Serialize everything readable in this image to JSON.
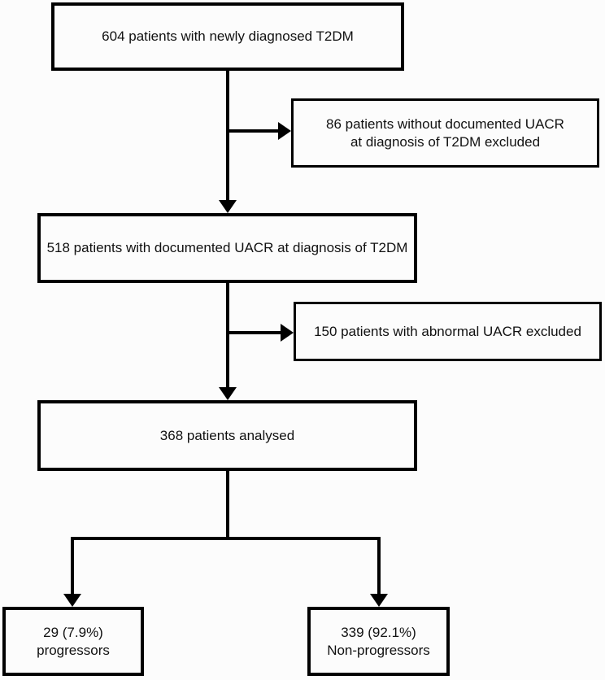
{
  "flowchart": {
    "type": "patient-flow-diagram",
    "nodes": {
      "newly_diagnosed": {
        "label": "604 patients with newly diagnosed T2DM"
      },
      "excluded_no_uacr": {
        "line1": "86 patients without documented UACR",
        "line2": "at diagnosis of T2DM excluded"
      },
      "documented_uacr": {
        "label": "518 patients with documented UACR at diagnosis of T2DM"
      },
      "excluded_abnormal_uacr": {
        "label": "150 patients with abnormal UACR excluded"
      },
      "analysed": {
        "label": "368 patients analysed"
      },
      "progressors": {
        "line1": "29 (7.9%)",
        "line2": "progressors"
      },
      "non_progressors": {
        "line1": "339 (92.1%)",
        "line2": "Non-progressors"
      }
    },
    "colors": {
      "stroke": "#000000",
      "background": "#fcfcfc",
      "text": "#111111"
    }
  }
}
